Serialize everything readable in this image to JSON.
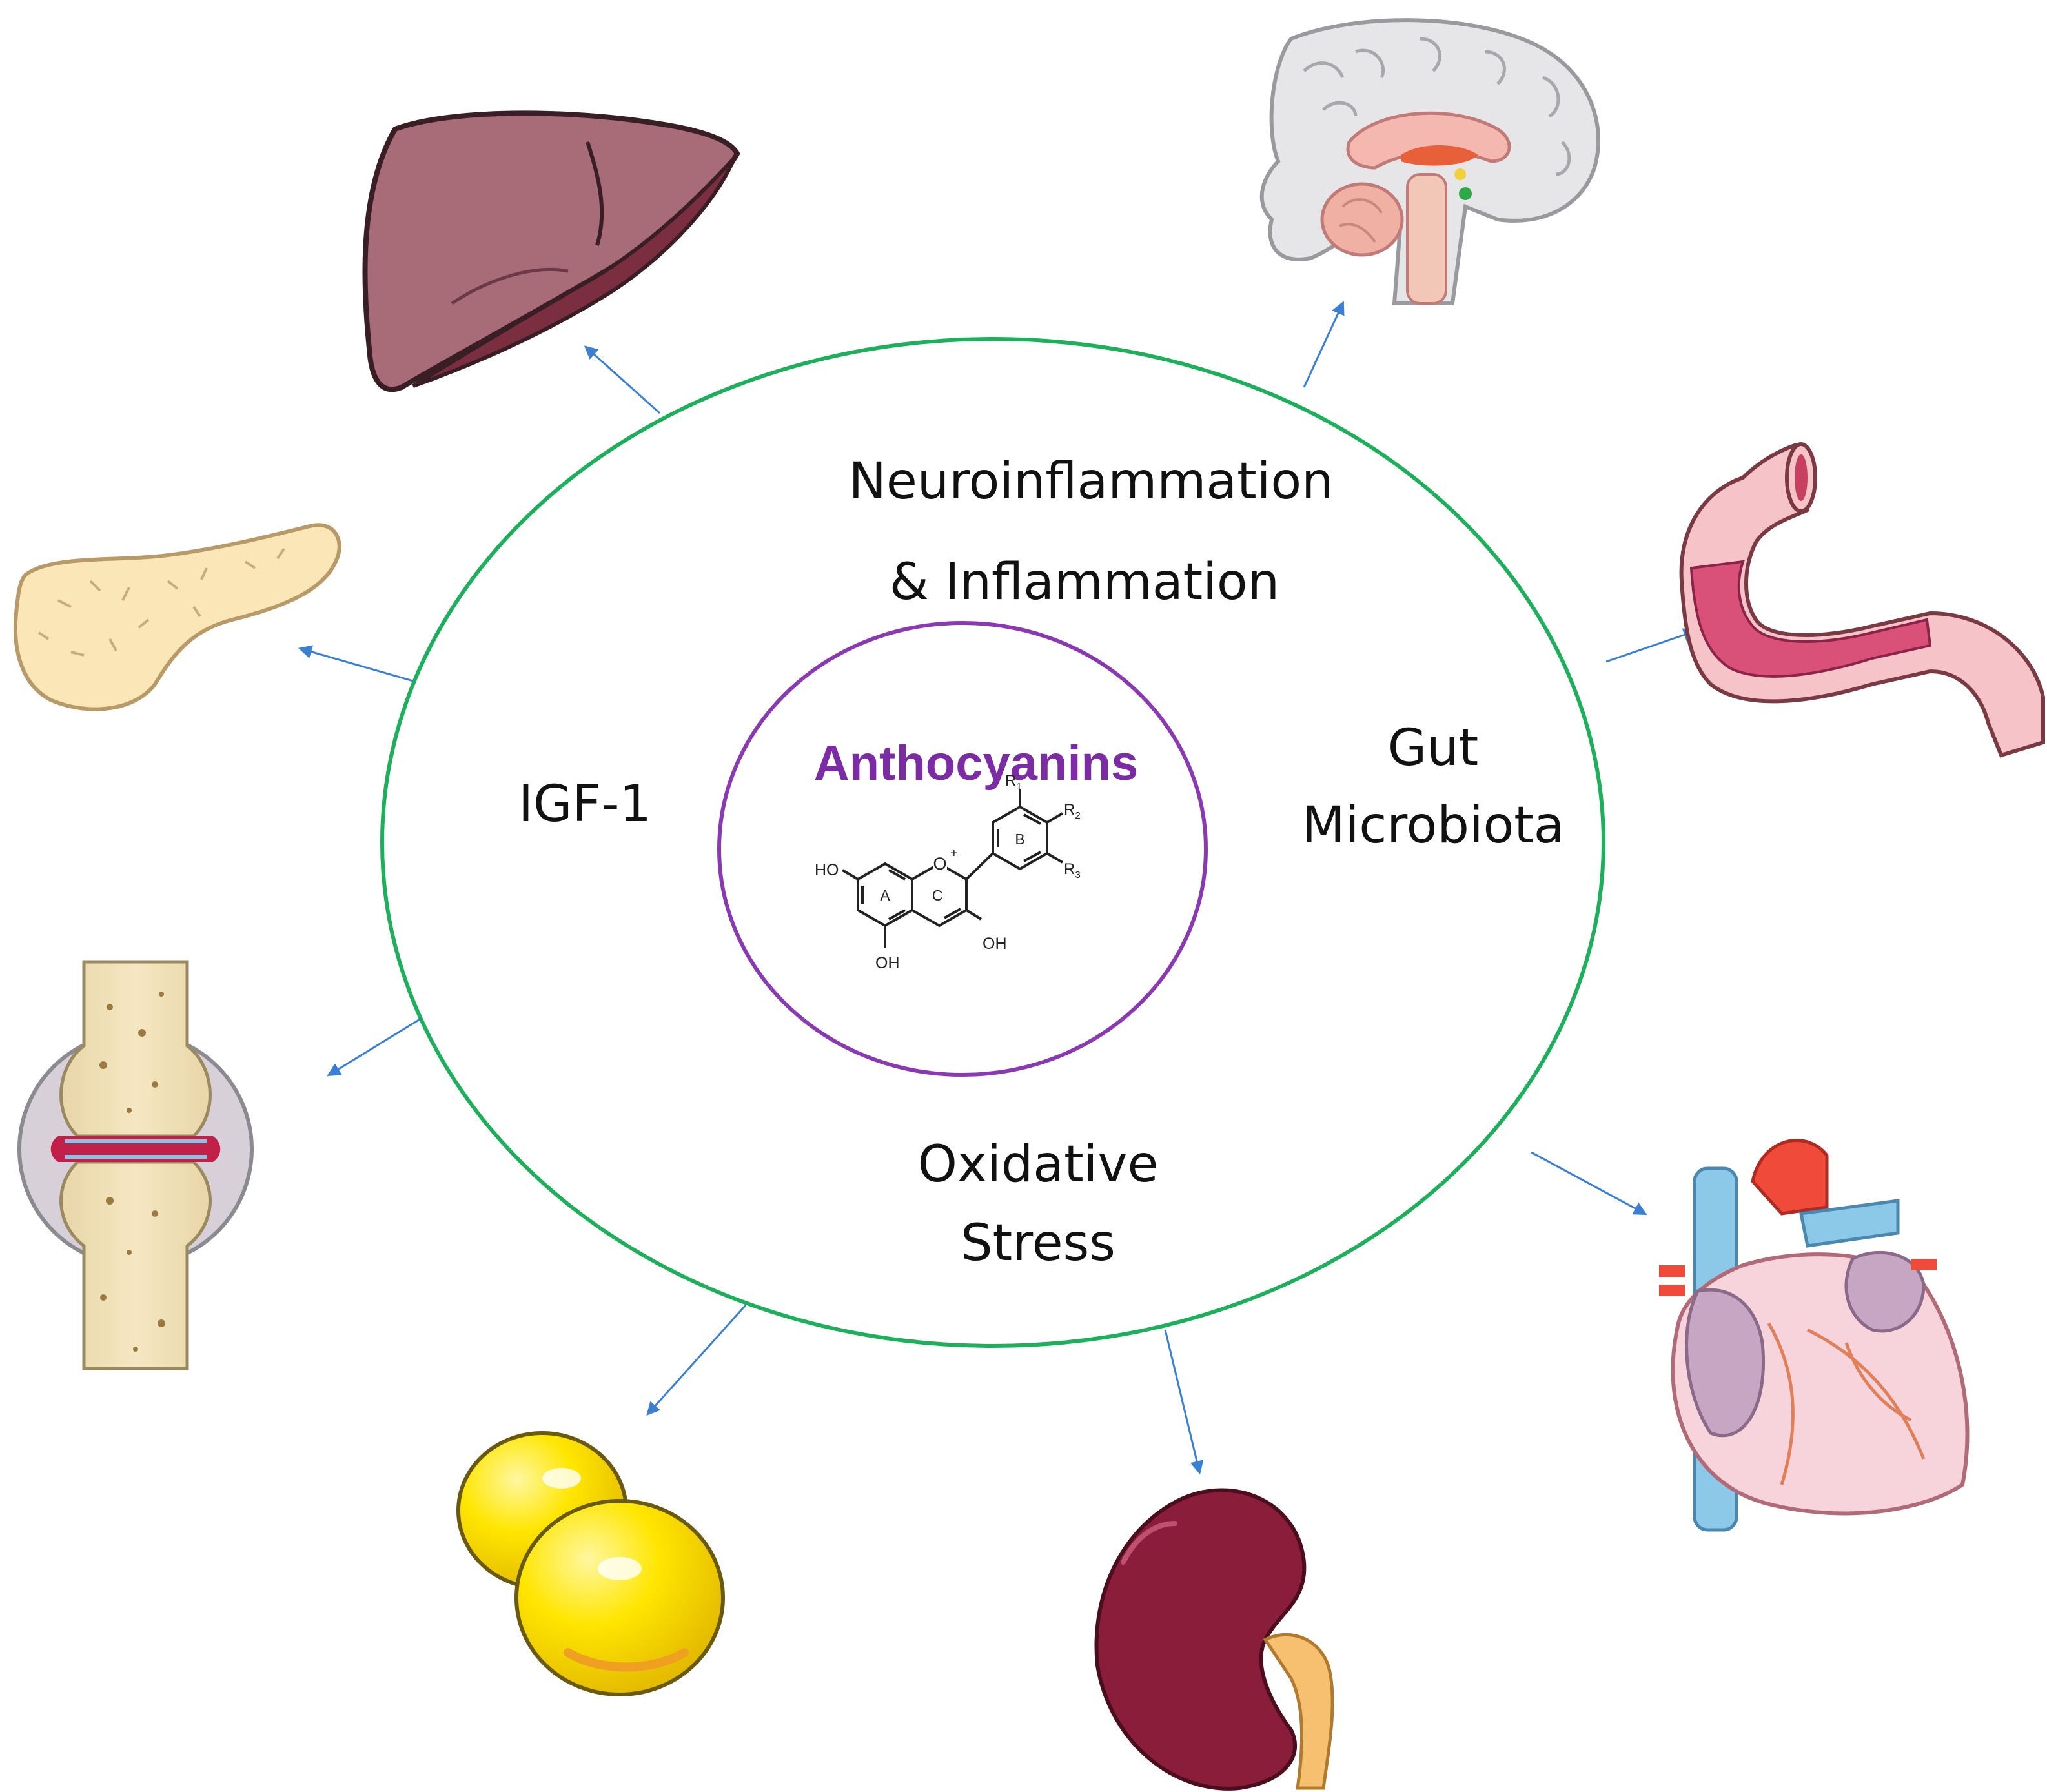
{
  "center": {
    "title": "Anthocyanins",
    "title_color": "#7B2BA4",
    "structure": {
      "hydroxyl_7": "HO",
      "hydroxyl_5": "OH",
      "hydroxyl_3": "OH",
      "oxygen": "O",
      "charge": "+",
      "ring_a": "A",
      "ring_b": "B",
      "ring_c": "C",
      "r1": "R",
      "r1_sub": "1",
      "r2": "R",
      "r2_sub": "2",
      "r3": "R",
      "r3_sub": "3"
    }
  },
  "mechanisms": {
    "inflammation_line1": "Neuroinflammation",
    "inflammation_line2": "& Inflammation",
    "igf": "IGF-1",
    "gut_line1": "Gut",
    "gut_line2": "Microbiota",
    "oxidative_line1": "Oxidative",
    "oxidative_line2": "Stress"
  },
  "colors": {
    "outer_ellipse": "#1FAE5B",
    "inner_ellipse": "#8A3AB0",
    "arrow": "#3A7FD0"
  },
  "organs": [
    "liver-icon",
    "brain-icon",
    "pancreas-icon",
    "intestine-icon",
    "joint-icon",
    "heart-icon",
    "adipocyte-icon",
    "kidney-icon"
  ]
}
